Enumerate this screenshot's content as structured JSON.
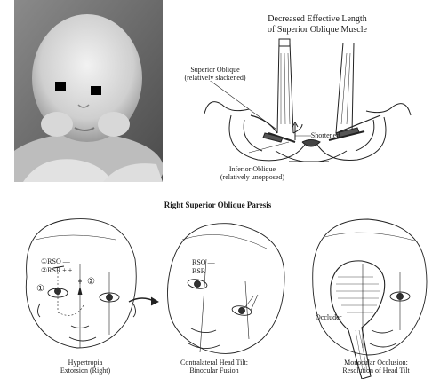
{
  "anatomy": {
    "title_line1": "Decreased Effective Length",
    "title_line2": "of Superior Oblique Muscle",
    "so_label_line1": "Superior Oblique",
    "so_label_line2": "(relatively slackened)",
    "shortened_label": "Shortened",
    "io_label_line1": "Inferior Oblique",
    "io_label_line2": "(relatively unopposed)"
  },
  "paresis": {
    "title": "Right Superior Oblique Paresis",
    "rso_label": "①RSO —",
    "rsr_label": "②RSR + +",
    "circle1": "①",
    "circle2": "②",
    "face2_rso": "RSO —",
    "face2_rsr": "RSR —",
    "occluder_label": "Occluder",
    "caption1_line1": "Hypertropia",
    "caption1_line2": "Extorsion (Right)",
    "caption2_line1": "Contralateral Head Tilt:",
    "caption2_line2": "Binocular Fusion",
    "caption3_line1": "Monocular Occlusion:",
    "caption3_line2": "Resolution of Head Tilt"
  }
}
